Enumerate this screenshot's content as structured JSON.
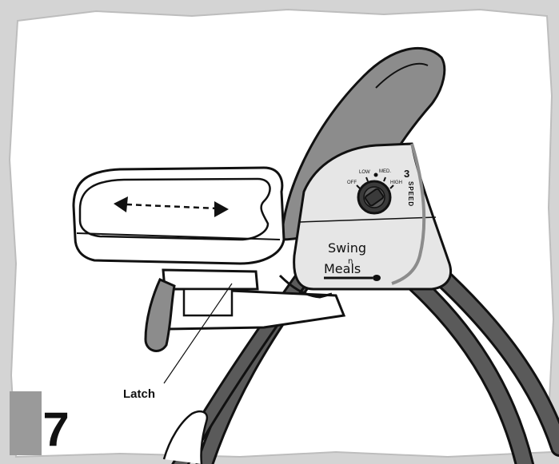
{
  "step": {
    "number": "7"
  },
  "labels": {
    "latch": "Latch"
  },
  "dial": {
    "off": "OFF",
    "low": "LOW",
    "med": "MED.",
    "high": "HIGH",
    "speed_count": "3",
    "speed_word": "SPEED"
  },
  "logo": {
    "line1": "Swing",
    "line2": "n",
    "line3": "Meals"
  },
  "colors": {
    "frame_gray": "#d4d4d4",
    "seat_gray": "#8c8c8c",
    "leg_dark": "#5a5a5a",
    "housing_light": "#e6e6e6",
    "number_tab": "#9a9a9a",
    "ink": "#111111"
  }
}
